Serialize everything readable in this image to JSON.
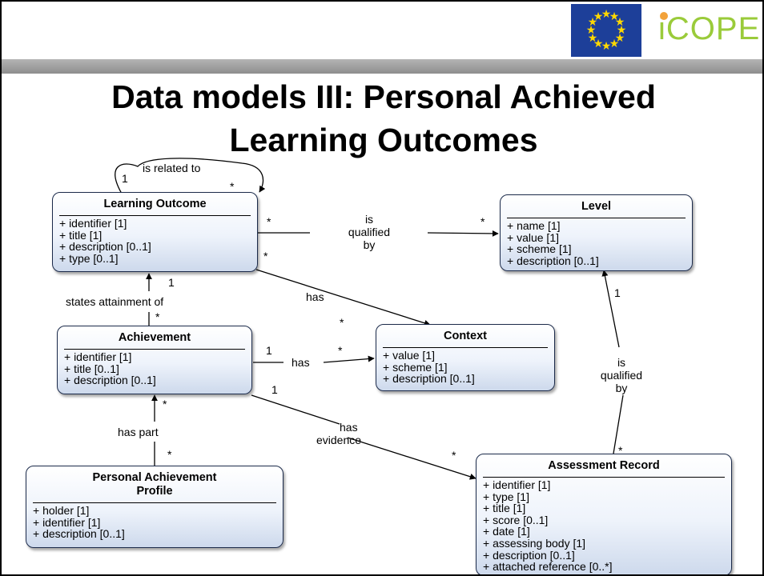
{
  "slide": {
    "title_line1": "Data models III: Personal Achieved",
    "title_line2": "Learning Outcomes",
    "logo_text": "iCOPER"
  },
  "classes": {
    "learning_outcome": {
      "name": "Learning Outcome",
      "attributes": [
        "+ identifier [1]",
        "+ title [1]",
        "+ description [0..1]",
        "+ type [0..1]"
      ]
    },
    "level": {
      "name": "Level",
      "attributes": [
        "+ name [1]",
        "+ value [1]",
        "+ scheme [1]",
        "+ description [0..1]"
      ]
    },
    "achievement": {
      "name": "Achievement",
      "attributes": [
        "+ identifier [1]",
        "+ title [0..1]",
        "+ description [0..1]"
      ]
    },
    "context": {
      "name": "Context",
      "attributes": [
        "+ value [1]",
        "+ scheme [1]",
        "+ description [0..1]"
      ]
    },
    "personal_achievement_profile": {
      "name_line1": "Personal Achievement",
      "name_line2": "Profile",
      "attributes": [
        "+ holder [1]",
        "+ identifier [1]",
        "+ description [0..1]"
      ]
    },
    "assessment_record": {
      "name": "Assessment Record",
      "attributes": [
        "+ identifier [1]",
        "+ type [1]",
        "+ title [1]",
        "+ score [0..1]",
        "+ date [1]",
        "+ assessing body [1]",
        "+ description [0..1]",
        "+ attached reference [0..*]"
      ]
    }
  },
  "relations": {
    "related": {
      "label": "is related to",
      "m_from": "1",
      "m_to": "*"
    },
    "lo_level": {
      "label_line1": "is",
      "label_line2": "qualified",
      "label_line3": "by",
      "m_from": "*",
      "m_to": "*"
    },
    "lo_context": {
      "label": "has",
      "m_from": "*",
      "m_to": "*"
    },
    "attainment": {
      "label": "states attainment of",
      "m_from": "*",
      "m_to": "1"
    },
    "ach_context": {
      "label": "has",
      "m_from": "1",
      "m_to": "*"
    },
    "has_part": {
      "label": "has part",
      "m_from": "*",
      "m_to": "*"
    },
    "evidence": {
      "label_line1": "has",
      "label_line2": "evidence",
      "m_from": "1",
      "m_to": "*"
    },
    "ar_level": {
      "label_line1": "is",
      "label_line2": "qualified",
      "label_line3": "by",
      "m_from": "*",
      "m_to": "1"
    }
  }
}
